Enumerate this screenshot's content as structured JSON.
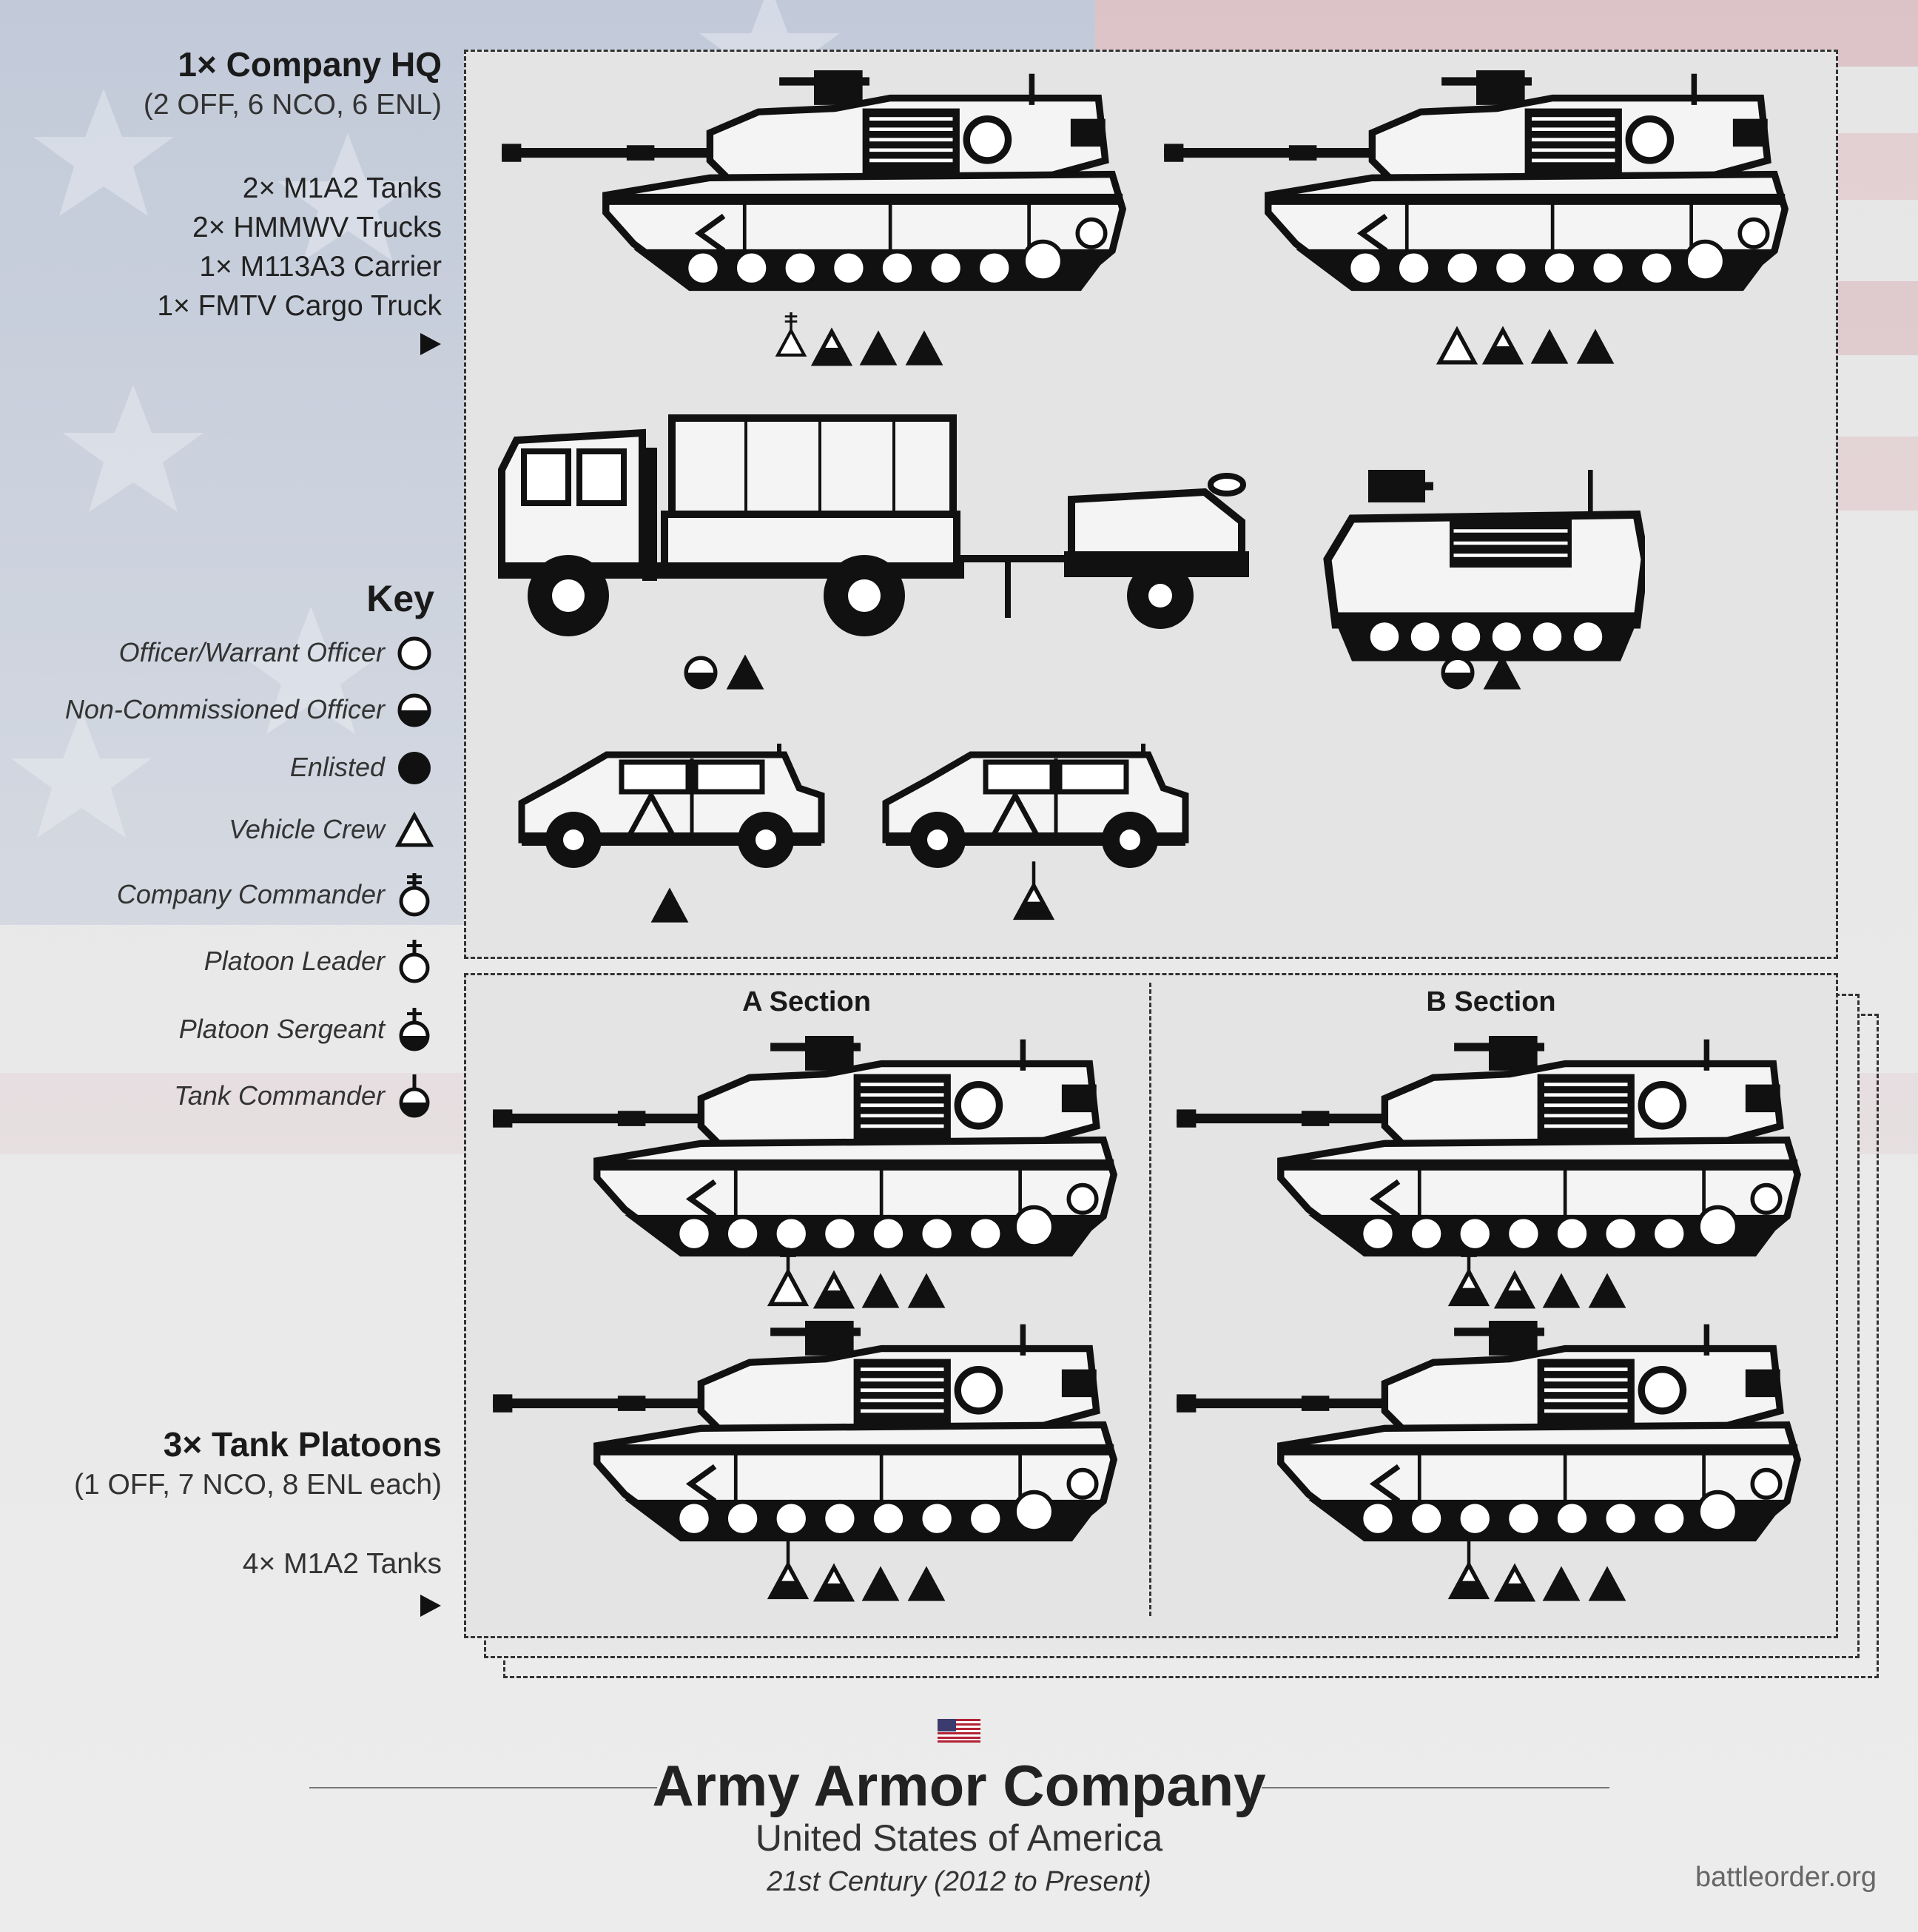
{
  "hq": {
    "title": "1× Company HQ",
    "strength": "(2 OFF, 6 NCO, 6 ENL)",
    "equipment": [
      "2× M1A2 Tanks",
      "2× HMMWV Trucks",
      "1× M113A3 Carrier",
      "1× FMTV Cargo Truck"
    ]
  },
  "key": {
    "title": "Key",
    "items": [
      {
        "label": "Officer/Warrant Officer",
        "icon": "officer-circle-icon"
      },
      {
        "label": "Non-Commissioned Officer",
        "icon": "nco-half-circle-icon"
      },
      {
        "label": "Enlisted",
        "icon": "enlisted-filled-circle-icon"
      },
      {
        "label": "Vehicle Crew",
        "icon": "vehicle-crew-triangle-icon"
      },
      {
        "label": "Company Commander",
        "icon": "company-commander-icon"
      },
      {
        "label": "Platoon Leader",
        "icon": "platoon-leader-icon"
      },
      {
        "label": "Platoon Sergeant",
        "icon": "platoon-sergeant-icon"
      },
      {
        "label": "Tank Commander",
        "icon": "tank-commander-icon"
      }
    ]
  },
  "platoons": {
    "title": "3× Tank Platoons",
    "strength": "(1 OFF, 7 NCO, 8 ENL each)",
    "equipment": [
      "4× M1A2 Tanks"
    ],
    "sections": [
      "A Section",
      "B Section"
    ]
  },
  "footer": {
    "title": "Army Armor Company",
    "country": "United States of America",
    "era": "21st Century (2012 to Present)",
    "site": "battleorder.org"
  },
  "colors": {
    "background": "#e9e9e9",
    "box": "#e4e4e4",
    "flag_blue": "#b7c3d9",
    "flag_red": "#d9b7bd",
    "ink": "#111111"
  }
}
